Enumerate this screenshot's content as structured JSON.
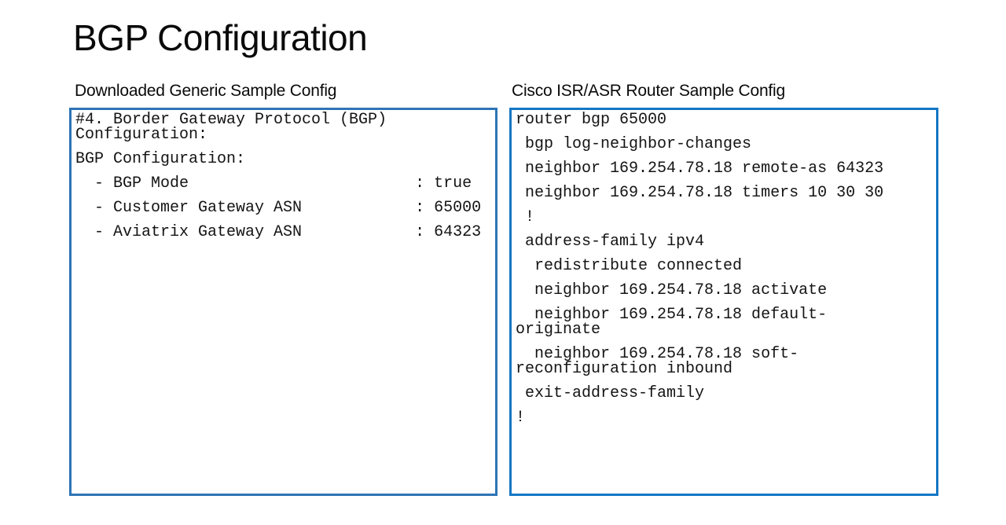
{
  "slide": {
    "title": "BGP Configuration"
  },
  "left_panel": {
    "label": "Downloaded Generic Sample Config",
    "lines": [
      "#4. Border Gateway Protocol (BGP)\nConfiguration:",
      "BGP Configuration:",
      "  - BGP Mode                        : true",
      "  - Customer Gateway ASN            : 65000",
      "  - Aviatrix Gateway ASN            : 64323"
    ]
  },
  "right_panel": {
    "label": "Cisco ISR/ASR Router Sample Config",
    "lines": [
      "router bgp 65000",
      " bgp log-neighbor-changes",
      " neighbor 169.254.78.18 remote-as 64323",
      " neighbor 169.254.78.18 timers 10 30 30",
      " !",
      " address-family ipv4",
      "  redistribute connected",
      "  neighbor 169.254.78.18 activate",
      "  neighbor 169.254.78.18 default-\noriginate",
      "  neighbor 169.254.78.18 soft-\nreconfiguration inbound",
      " exit-address-family",
      "!"
    ]
  },
  "colors": {
    "background": "#FFFFFF",
    "text": "#0A0A0A",
    "left_panel_border": "#2E74B5",
    "right_panel_border": "#1577C4"
  }
}
